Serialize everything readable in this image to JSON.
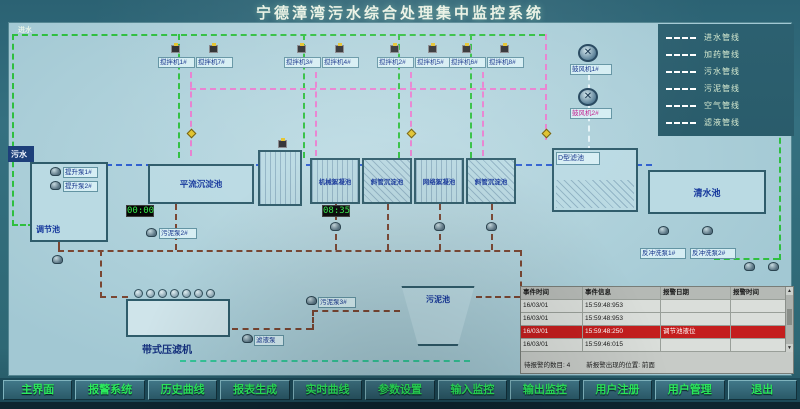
{
  "title": "宁德漳湾污水综合处理集中监控系统",
  "labels": {
    "inflow_top": "进水",
    "sewage_in": "污水"
  },
  "legend": {
    "items": [
      {
        "label": "进水管线",
        "color": "#2fbf3f"
      },
      {
        "label": "加药管线",
        "color": "#e87fd0"
      },
      {
        "label": "污水管线",
        "color": "#2f5fd0"
      },
      {
        "label": "污泥管线",
        "color": "#7a4632"
      },
      {
        "label": "空气管线",
        "color": "#e6f4f8"
      },
      {
        "label": "滤液管线",
        "color": "#35c79a"
      }
    ]
  },
  "equipment": {
    "mixers": [
      "搅拌机1#",
      "搅拌机7#",
      "搅拌机3#",
      "搅拌机4#",
      "搅拌机2#",
      "搅拌机5#",
      "搅拌机6#",
      "搅拌机8#"
    ],
    "blowers": [
      "鼓风机1#",
      "鼓风机2#"
    ],
    "tanks": {
      "regulating": "调节池",
      "horizontal_sed": "平流沉淀池",
      "mech_floc": "机械絮凝池",
      "inclined_sed_1": "斜管沉淀池",
      "grid_floc": "网络絮凝池",
      "inclined_sed_2": "斜管沉淀池",
      "d_filter": "D型滤池",
      "clear_water": "清水池",
      "sludge_pool": "污泥池",
      "belt_press": "带式压滤机"
    },
    "pumps": {
      "lift_1": "提升泵1#",
      "lift_2": "提升泵2#",
      "sludge_2": "污泥泵2#",
      "sludge_3": "污泥泵3#",
      "filtrate": "滤液泵",
      "backwash_1": "反冲洗泵1#",
      "backwash_2": "反冲洗泵2#"
    },
    "timers": [
      "00:00",
      "08:35"
    ]
  },
  "alarm_table": {
    "headers": [
      "事件时间",
      "事件信息",
      "报警日期",
      "报警时间"
    ],
    "rows": [
      [
        "16/03/01",
        "15:59:48:953",
        "",
        ""
      ],
      [
        "16/03/01",
        "15:59:48:953",
        "",
        ""
      ],
      [
        "16/03/01",
        "15:59:48:250",
        "调节池液位",
        ""
      ],
      [
        "16/03/01",
        "15:59:46:015",
        "",
        ""
      ]
    ],
    "alarm_row_index": 2,
    "alarm_row_color": "#c41e1e",
    "footer_count": "待报警的数目: 4",
    "footer_position": "新报警出现的位置: 前面"
  },
  "nav": {
    "buttons": [
      "主界面",
      "报警系统",
      "历史曲线",
      "报表生成",
      "实时曲线",
      "参数设置",
      "输入监控",
      "输出监控",
      "用户注册",
      "用户管理",
      "退出"
    ]
  }
}
